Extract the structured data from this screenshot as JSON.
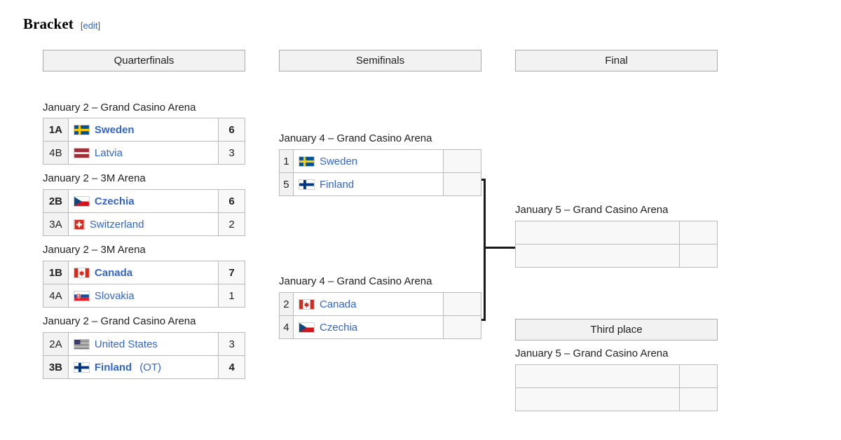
{
  "heading": {
    "title": "Bracket",
    "edit_open": "[",
    "edit_label": "edit",
    "edit_close": "]"
  },
  "rounds": {
    "quarterfinals": "Quarterfinals",
    "semifinals": "Semifinals",
    "final": "Final",
    "third_place": "Third place"
  },
  "quarterfinals": [
    {
      "venue": "January 2 – Grand Casino Arena",
      "rows": [
        {
          "seed": "1A",
          "flag": "sweden-flag",
          "team": "Sweden",
          "score": "6",
          "winner": true,
          "ot": ""
        },
        {
          "seed": "4B",
          "flag": "latvia-flag",
          "team": "Latvia",
          "score": "3",
          "winner": false,
          "ot": ""
        }
      ]
    },
    {
      "venue": "January 2 – 3M Arena",
      "rows": [
        {
          "seed": "2B",
          "flag": "czechia-flag",
          "team": "Czechia",
          "score": "6",
          "winner": true,
          "ot": ""
        },
        {
          "seed": "3A",
          "flag": "switzerland-flag",
          "team": "Switzerland",
          "score": "2",
          "winner": false,
          "ot": ""
        }
      ]
    },
    {
      "venue": "January 2 – 3M Arena",
      "rows": [
        {
          "seed": "1B",
          "flag": "canada-flag",
          "team": "Canada",
          "score": "7",
          "winner": true,
          "ot": ""
        },
        {
          "seed": "4A",
          "flag": "slovakia-flag",
          "team": "Slovakia",
          "score": "1",
          "winner": false,
          "ot": ""
        }
      ]
    },
    {
      "venue": "January 2 – Grand Casino Arena",
      "rows": [
        {
          "seed": "2A",
          "flag": "united-states-flag",
          "team": "United States",
          "score": "3",
          "winner": false,
          "ot": ""
        },
        {
          "seed": "3B",
          "flag": "finland-flag",
          "team": "Finland",
          "score": "4",
          "winner": true,
          "ot": "(OT)"
        }
      ]
    }
  ],
  "semifinals": [
    {
      "venue": "January 4 – Grand Casino Arena",
      "rows": [
        {
          "seed": "1",
          "flag": "sweden-flag",
          "team": "Sweden",
          "score": "",
          "winner": false,
          "ot": ""
        },
        {
          "seed": "5",
          "flag": "finland-flag",
          "team": "Finland",
          "score": "",
          "winner": false,
          "ot": ""
        }
      ]
    },
    {
      "venue": "January 4 – Grand Casino Arena",
      "rows": [
        {
          "seed": "2",
          "flag": "canada-flag",
          "team": "Canada",
          "score": "",
          "winner": false,
          "ot": ""
        },
        {
          "seed": "4",
          "flag": "czechia-flag",
          "team": "Czechia",
          "score": "",
          "winner": false,
          "ot": ""
        }
      ]
    }
  ],
  "final": {
    "venue": "January 5 – Grand Casino Arena",
    "rows": [
      {
        "team": "",
        "score": ""
      },
      {
        "team": "",
        "score": ""
      }
    ]
  },
  "third_place": {
    "venue": "January 5 – Grand Casino Arena",
    "rows": [
      {
        "team": "",
        "score": ""
      },
      {
        "team": "",
        "score": ""
      }
    ]
  },
  "colors": {
    "link": "#3366cc",
    "header_bg": "#f2f2f2",
    "border": "#aaaaaa",
    "cell_border": "#bbbbbb",
    "connector": "#1a1a1a"
  }
}
